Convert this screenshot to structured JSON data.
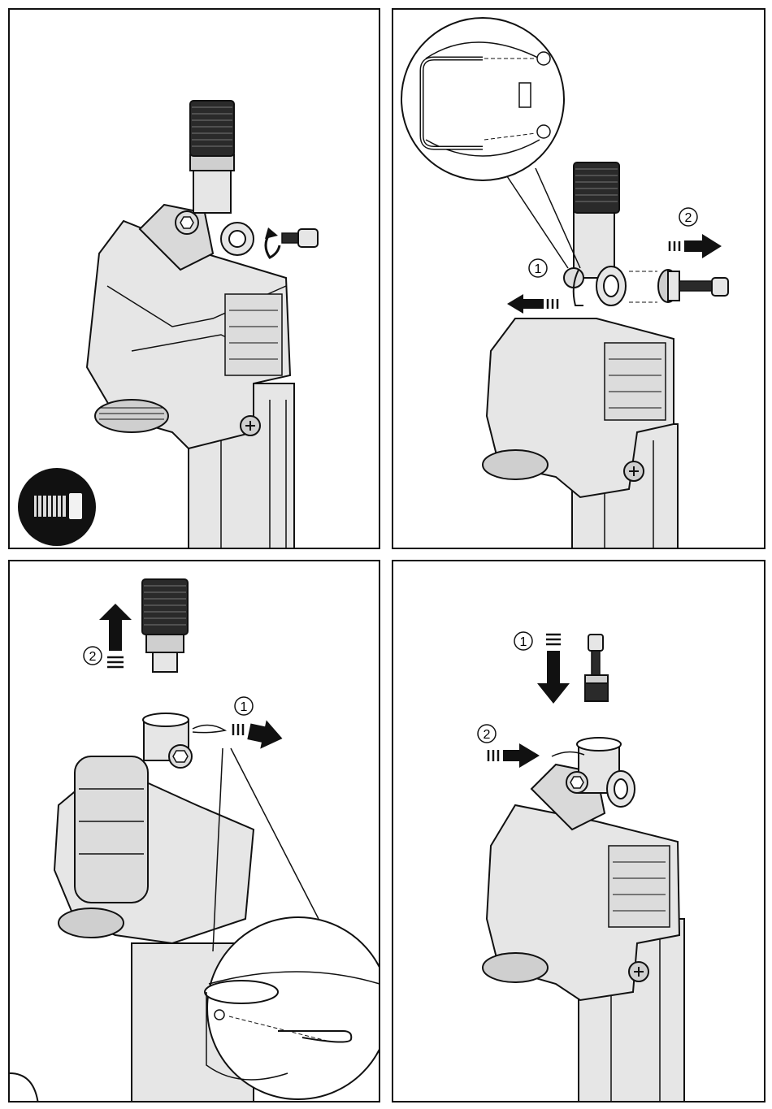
{
  "panels": [
    {
      "id": "p1",
      "icon": "hex-socket-screw-icon"
    },
    {
      "id": "p2",
      "steps": [
        "1",
        "2"
      ]
    },
    {
      "id": "p3",
      "steps": [
        "1",
        "2"
      ]
    },
    {
      "id": "p4",
      "steps": [
        "1",
        "2"
      ]
    }
  ],
  "colors": {
    "line": "#111111",
    "fill_light": "#e6e6e6",
    "fill_mid": "#cfcfcf",
    "fill_dark": "#2a2a2a"
  }
}
